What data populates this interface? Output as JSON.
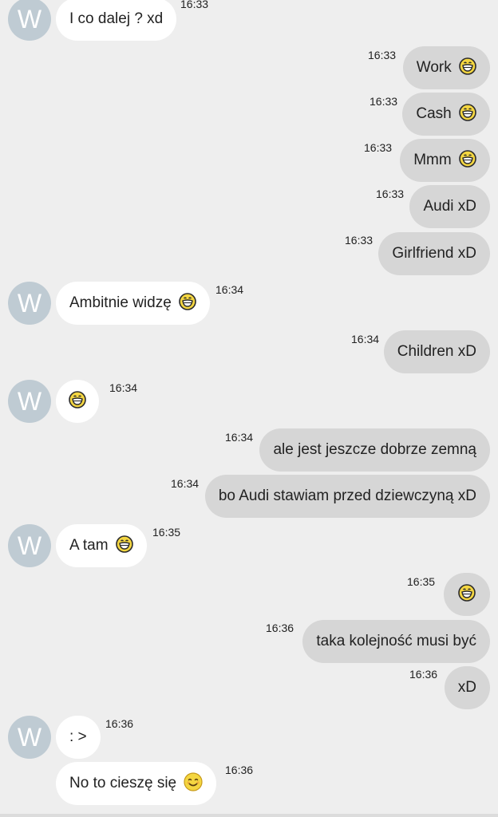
{
  "contact": {
    "avatar_letter": "W"
  },
  "colors": {
    "background": "#eeeeee",
    "incoming_bubble": "#ffffff",
    "outgoing_bubble": "#d6d6d6",
    "avatar": "#bfcbd3",
    "emoji_face": "#f4d641"
  },
  "messages": [
    {
      "dir": "in",
      "text": "I co dalej ? xd",
      "time": "16:33",
      "emoji": null,
      "avatar": true
    },
    {
      "dir": "out",
      "text": "Work",
      "time": "16:33",
      "emoji": "grin-icon"
    },
    {
      "dir": "out",
      "text": "Cash",
      "time": "16:33",
      "emoji": "grin-icon"
    },
    {
      "dir": "out",
      "text": "Mmm",
      "time": "16:33",
      "emoji": "grin-icon"
    },
    {
      "dir": "out",
      "text": "Audi xD",
      "time": "16:33",
      "emoji": null
    },
    {
      "dir": "out",
      "text": "Girlfriend xD",
      "time": "16:33",
      "emoji": null
    },
    {
      "dir": "in",
      "text": "Ambitnie widzę",
      "time": "16:34",
      "emoji": "grin-icon",
      "avatar": true
    },
    {
      "dir": "out",
      "text": "Children xD",
      "time": "16:34",
      "emoji": null
    },
    {
      "dir": "in",
      "text": "",
      "time": "16:34",
      "emoji": "grin-icon",
      "avatar": true
    },
    {
      "dir": "out",
      "text": "ale jest jeszcze dobrze zemną",
      "time": "16:34",
      "emoji": null
    },
    {
      "dir": "out",
      "text": "bo Audi stawiam przed dziewczyną xD",
      "time": "16:34",
      "emoji": null
    },
    {
      "dir": "in",
      "text": "A tam",
      "time": "16:35",
      "emoji": "grin-icon",
      "avatar": true
    },
    {
      "dir": "out",
      "text": "",
      "time": "16:35",
      "emoji": "grin-icon"
    },
    {
      "dir": "out",
      "text": "taka kolejność musi być",
      "time": "16:36",
      "emoji": null
    },
    {
      "dir": "out",
      "text": "xD",
      "time": "16:36",
      "emoji": null
    },
    {
      "dir": "in",
      "text": ": >",
      "time": "16:36",
      "emoji": null,
      "avatar": true
    },
    {
      "dir": "in",
      "text": "No to cieszę się",
      "time": "16:36",
      "emoji": "smile-icon",
      "avatar": false
    }
  ]
}
